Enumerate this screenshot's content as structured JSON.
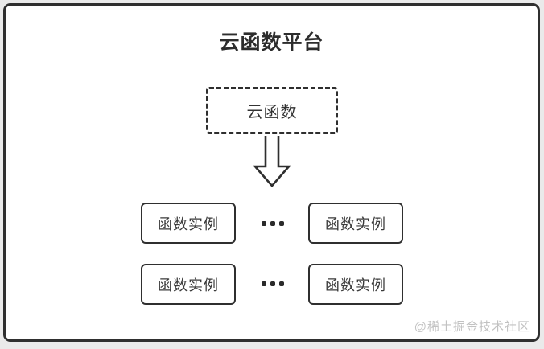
{
  "title": "云函数平台",
  "cloud_function": {
    "label": "云函数"
  },
  "instances": {
    "rows": [
      {
        "left_label": "函数实例",
        "right_label": "函数实例"
      },
      {
        "left_label": "函数实例",
        "right_label": "函数实例"
      }
    ]
  },
  "icons": {
    "down_arrow": "hollow-down-arrow",
    "ellipsis": "•••"
  },
  "watermark": "@稀土掘金技术社区",
  "colors": {
    "border": "#2f2f2f",
    "card_background": "#ffffff",
    "page_background": "#eaeaea",
    "title_text": "#2d2d2d",
    "box_text": "#3a3a3a",
    "watermark_text": "#c2c2c2"
  }
}
